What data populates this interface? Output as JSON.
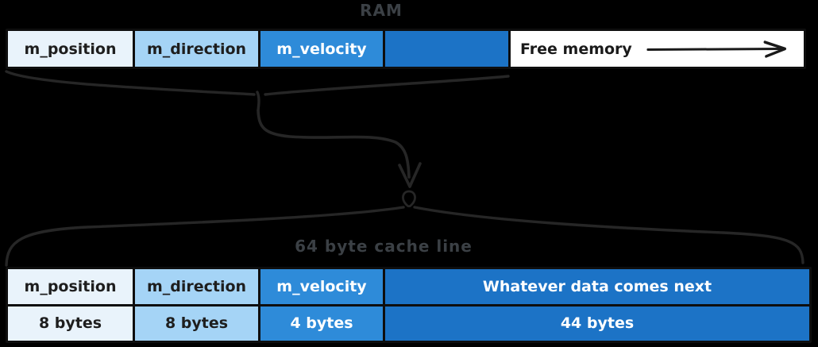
{
  "ram": {
    "title": "RAM",
    "segments": [
      {
        "label": "m_position",
        "fill": "#E9F3FB"
      },
      {
        "label": "m_direction",
        "fill": "#A5D4F6"
      },
      {
        "label": "m_velocity",
        "fill": "#2E8BD9"
      },
      {
        "label": "",
        "fill": "#1C73C6"
      },
      {
        "label": "Free memory",
        "fill": "#ffffff",
        "icon": "right-arrow-icon"
      }
    ]
  },
  "cache_line": {
    "title": "64 byte cache line",
    "columns": [
      {
        "label": "m_position",
        "size": "8 bytes",
        "fill": "#E9F3FB"
      },
      {
        "label": "m_direction",
        "size": "8 bytes",
        "fill": "#A5D4F6"
      },
      {
        "label": "m_velocity",
        "size": "4 bytes",
        "fill": "#2E8BD9"
      },
      {
        "label": "Whatever data comes next",
        "size": "44 bytes",
        "fill": "#1C73C6"
      }
    ]
  },
  "icons": {
    "right_arrow": "long right arrow inside free memory segment",
    "flow_arrow": "curved arrow from RAM brace down to cache-line brace loop"
  },
  "colors": {
    "background": "#000000",
    "border": "#0e0e0e",
    "curve_stroke": "#262626",
    "title_gray": "#3b4045",
    "text_dark": "#1e1e1e",
    "text_light": "#ffffff"
  }
}
